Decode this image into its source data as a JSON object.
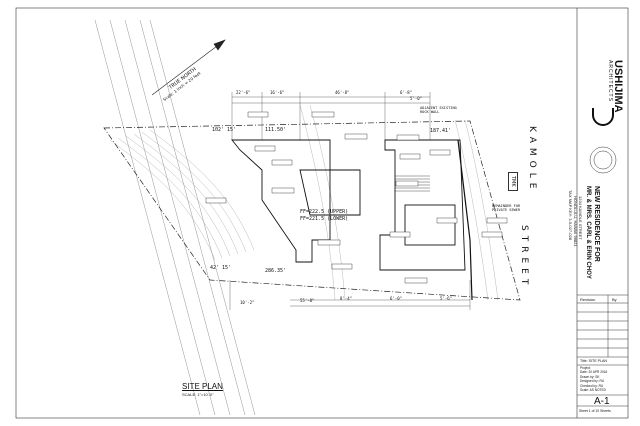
{
  "plan": {
    "title": "SITE PLAN",
    "scale": "SCALE: 1\"=10'-0\"",
    "north_label": "TRUE NORTH",
    "north_scale": "Scale: 1 inch = 20 feet",
    "street_label": "KAMOLE",
    "street_label2": "STREET",
    "tmk_label": "TMK",
    "ff_upper": "FF=222.5 (UPPER)",
    "ff_lower": "FF=221.5 (LOWER)",
    "dims": [
      "22'-6\"",
      "16'-6\"",
      "46'-8\"",
      "6'-8\"",
      "5'-0\"",
      "55'-0\"",
      "42' 15'",
      "286.35'",
      "187.41'",
      "102' 15'",
      "111.50'",
      "8'-4\"",
      "6'-0\"",
      "5'-6\"",
      "10'-2\""
    ],
    "note_right": "REMAINDER FOR PRIVATE SEWER",
    "note_left": "ADJACENT EXISTING ROCK WALL"
  },
  "title_block": {
    "firm": "USHIJIMA",
    "firm_sub": "ARCHITECTS",
    "project": "NEW RESIDENCE FOR",
    "client": "MR. & MRS. CARL & ERIN CHOY",
    "address1": "1234 KAMOLE STREET",
    "address2": "HONOLULU, HAWAII 96821",
    "tmk": "TAX MAP KEY: 3-5-027-028",
    "revision_header": [
      "Revision",
      "By"
    ],
    "sheet_title": "Title: SITE PLAN",
    "rows": [
      {
        "k": "Project:",
        "v": ""
      },
      {
        "k": "Date:",
        "v": "20 APR 2016"
      },
      {
        "k": "Drawn by:",
        "v": "SK"
      },
      {
        "k": "Designed by:",
        "v": "RU"
      },
      {
        "k": "Checked by:",
        "v": "RU"
      },
      {
        "k": "Scale:",
        "v": "AS NOTED"
      }
    ],
    "sheet_no": "A-1",
    "sheet_of": "Sheet  1  of  10  Sheets"
  }
}
